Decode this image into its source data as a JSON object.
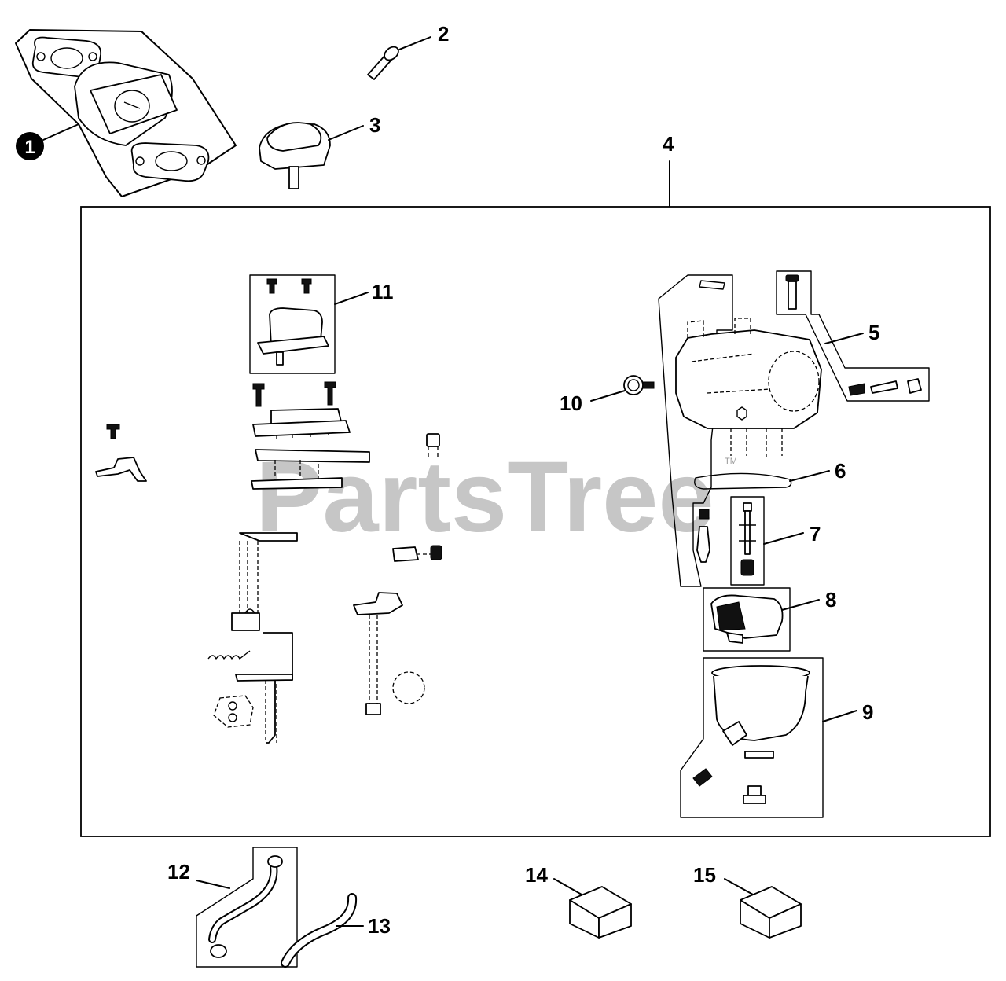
{
  "watermark": {
    "text": "PartsTree",
    "trademark": "TM"
  },
  "callouts": [
    {
      "id": "1"
    },
    {
      "id": "2"
    },
    {
      "id": "3"
    },
    {
      "id": "4"
    },
    {
      "id": "5"
    },
    {
      "id": "6"
    },
    {
      "id": "7"
    },
    {
      "id": "8"
    },
    {
      "id": "9"
    },
    {
      "id": "10"
    },
    {
      "id": "11"
    },
    {
      "id": "12"
    },
    {
      "id": "13"
    },
    {
      "id": "14"
    },
    {
      "id": "15"
    }
  ]
}
